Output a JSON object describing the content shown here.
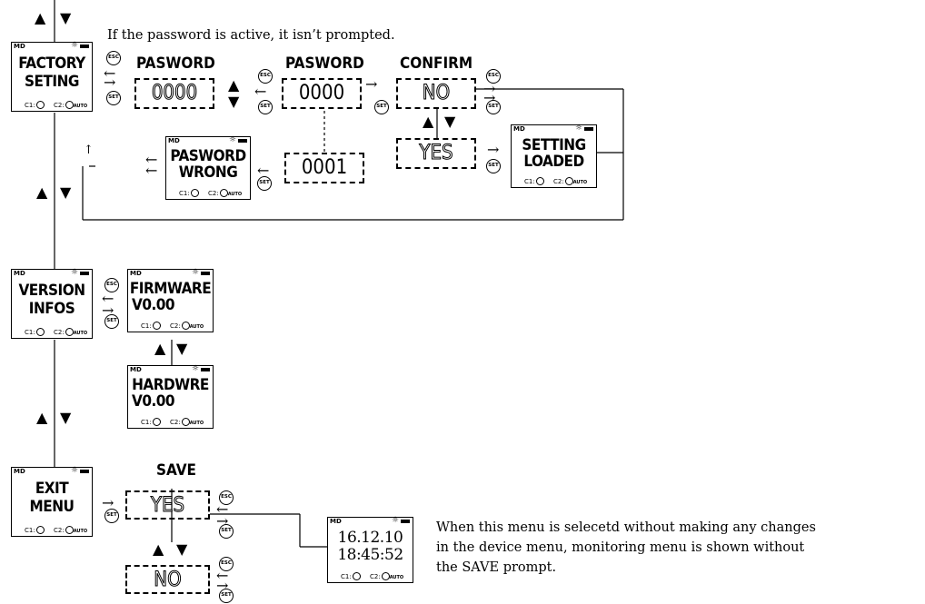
{
  "notes": {
    "password": "If the password is active, it isn’t prompted.",
    "save_line1": "When this menu is selecetd without making any changes",
    "save_line2": "in the device menu, monitoring menu is shown without",
    "save_line3": "the SAVE prompt."
  },
  "lcd_common": {
    "md": "MD",
    "c1": "C1:",
    "c2": "C2:",
    "auto": "AUTO",
    "sun": "☼"
  },
  "screens": {
    "factory": [
      "FACTORY",
      "SETING"
    ],
    "pw_wrong": [
      "PASWORD",
      "WRONG"
    ],
    "setting_loaded": [
      "SETTING",
      "LOADED"
    ],
    "version": [
      "VERSION",
      "INFOS"
    ],
    "firmware": [
      "FIRMWARE",
      "V0.00"
    ],
    "hardware": [
      "HARDWRE",
      "V0.00"
    ],
    "exit": [
      "EXIT",
      "MENU"
    ],
    "clock": [
      "16.12.10",
      "18:45:52"
    ]
  },
  "labels": {
    "pasword1": "PASWORD",
    "pasword2": "PASWORD",
    "confirm": "CONFIRM",
    "save": "SAVE"
  },
  "values": {
    "pw1": "0000",
    "pw2": "0000",
    "pw_wrong": "0001",
    "no": "NO",
    "yes": "YES",
    "save_yes": "YES",
    "save_no": "NO"
  },
  "buttons": {
    "esc": "ESC",
    "set": "SET"
  },
  "glyphs": {
    "up": "▲",
    "down": "▼",
    "left": "←",
    "right": "→",
    "up_arrow": "↑"
  }
}
